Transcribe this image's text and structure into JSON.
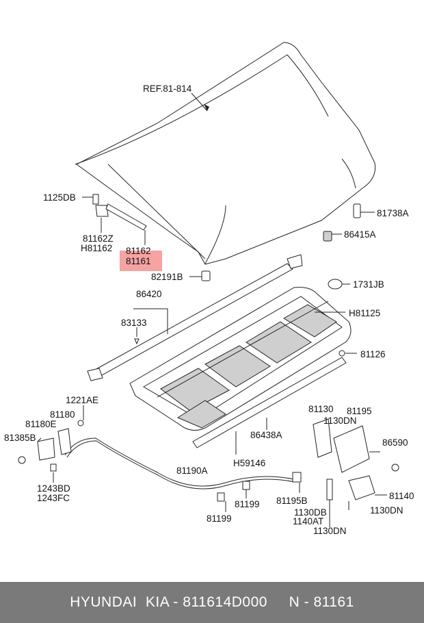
{
  "labels": {
    "ref": "REF.81-814",
    "p1125DB": "1125DB",
    "p81738A": "81738A",
    "p81162Z": "81162Z",
    "pH81162": "H81162",
    "p81162": "81162",
    "p81161": "81161",
    "p86415A": "86415A",
    "p82191B": "82191B",
    "p1731JB": "1731JB",
    "p86420": "86420",
    "pH81125": "H81125",
    "p83133": "83133",
    "p81126": "81126",
    "p1221AE": "1221AE",
    "p81180": "81180",
    "p81180E": "81180E",
    "p81385B": "81385B",
    "p81130": "81130",
    "p81195": "81195",
    "p1130DN_a": "1130DN",
    "p86438A": "86438A",
    "p86590": "86590",
    "pH59146": "H59146",
    "p81190A": "81190A",
    "p1243BD": "1243BD",
    "p1243FC": "1243FC",
    "p81199_a": "81199",
    "p81199_b": "81199",
    "p81195B": "81195B",
    "p1130DB": "1130DB",
    "p1140AT": "1140AT",
    "p1130DN_b": "1130DN",
    "p81140": "81140",
    "p1130DN_c": "1130DN"
  },
  "highlight_color": "#f5a3a3",
  "footer": {
    "text": "HYUNDAI  KIA - 811614D000     N - 81161"
  }
}
